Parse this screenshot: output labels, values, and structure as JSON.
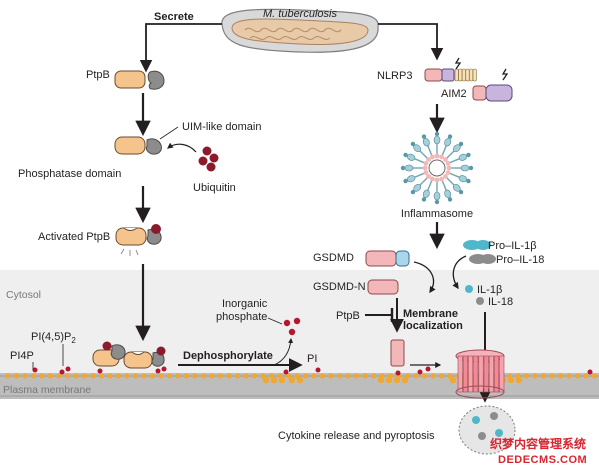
{
  "labels": {
    "bacterium": "M. tuberculosis",
    "secrete": "Secrete",
    "ptpb": "PtpB",
    "uim_domain": "UIM-like domain",
    "phosphatase_domain": "Phosphatase domain",
    "ubiquitin": "Ubiquitin",
    "activated_ptpb": "Activated PtpB",
    "cytosol": "Cytosol",
    "pi45p2_base": "PI(4,5)P",
    "pi45p2_sub": "2",
    "pi4p": "PI4P",
    "plasma_membrane": "Plasma membrane",
    "inorganic_phosphate_1": "Inorganic",
    "inorganic_phosphate_2": "phosphate",
    "dephosphorylate": "Dephosphorylate",
    "pi": "PI",
    "nlrp3": "NLRP3",
    "aim2": "AIM2",
    "inflammasome": "Inflammasome",
    "gsdmd": "GSDMD",
    "gsdmd_n": "GSDMD-N",
    "pro_il1b": "Pro–IL-1β",
    "pro_il18": "Pro–IL-18",
    "il1b": "IL-1β",
    "il18": "IL-18",
    "ptpb_inhibitor": "PtpB",
    "membrane_localization_1": "Membrane",
    "membrane_localization_2": "localization",
    "cytokine_release": "Cytokine release and pyroptosis"
  },
  "watermark": {
    "line1": "织梦内容管理系统",
    "line2": "DEDECMS.COM"
  },
  "colors": {
    "ptpb_orange": "#f4c48c",
    "ptpb_grey": "#8c8c8c",
    "ubiquitin_red": "#8b1a2b",
    "bacterium_fill": "#e8c9a8",
    "nlrp3_pink": "#f2b8b8",
    "aim2_purple": "#c8b4dc",
    "gsdmd_pink": "#f3b6b9",
    "gsdmd_blue": "#a9d6ea",
    "pore_pink": "#f28a96",
    "il1b_teal": "#4fb7c9",
    "membrane_orange": "#f0a830",
    "cell_grey": "#c9c9c9"
  }
}
